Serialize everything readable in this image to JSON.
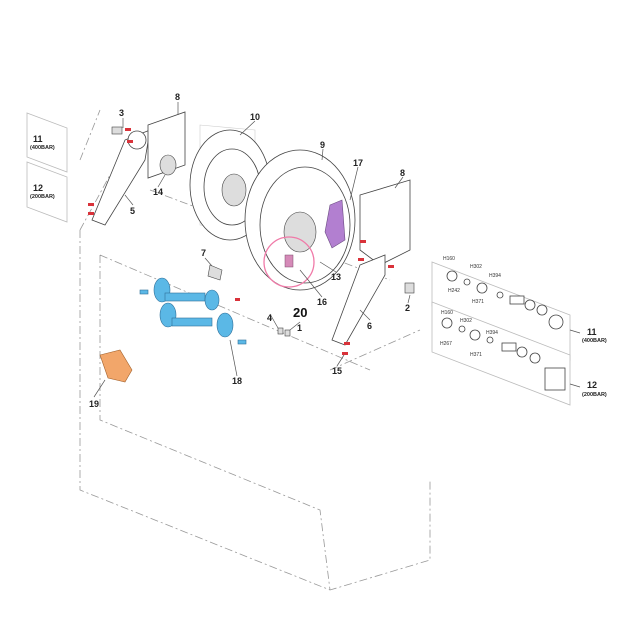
{
  "callouts": {
    "c1": "1",
    "c2": "2",
    "c3": "3",
    "c4": "4",
    "c5": "5",
    "c6": "6",
    "c7": "7",
    "c8a": "8",
    "c8b": "8",
    "c9": "9",
    "c10": "10",
    "c13": "13",
    "c14": "14",
    "c15": "15",
    "c16": "16",
    "c17": "17",
    "c18": "18",
    "c19": "19",
    "c20": "20"
  },
  "kits": {
    "left_11": {
      "num": "11",
      "sub": "(400BAR)"
    },
    "left_12": {
      "num": "12",
      "sub": "(200BAR)"
    },
    "right_11": {
      "num": "11",
      "sub": "(400BAR)"
    },
    "right_12": {
      "num": "12",
      "sub": "(200BAR)"
    }
  },
  "seals_400": [
    "H160",
    "H302",
    "H242",
    "H394",
    "H371"
  ],
  "seals_200": [
    "H160",
    "H302",
    "H267",
    "H394",
    "H371"
  ],
  "colors": {
    "blue": "#5bb8e6",
    "purple": "#b27fd0",
    "orange": "#f2a66a",
    "highlight": "#f07aa8",
    "red": "#d9323a"
  }
}
